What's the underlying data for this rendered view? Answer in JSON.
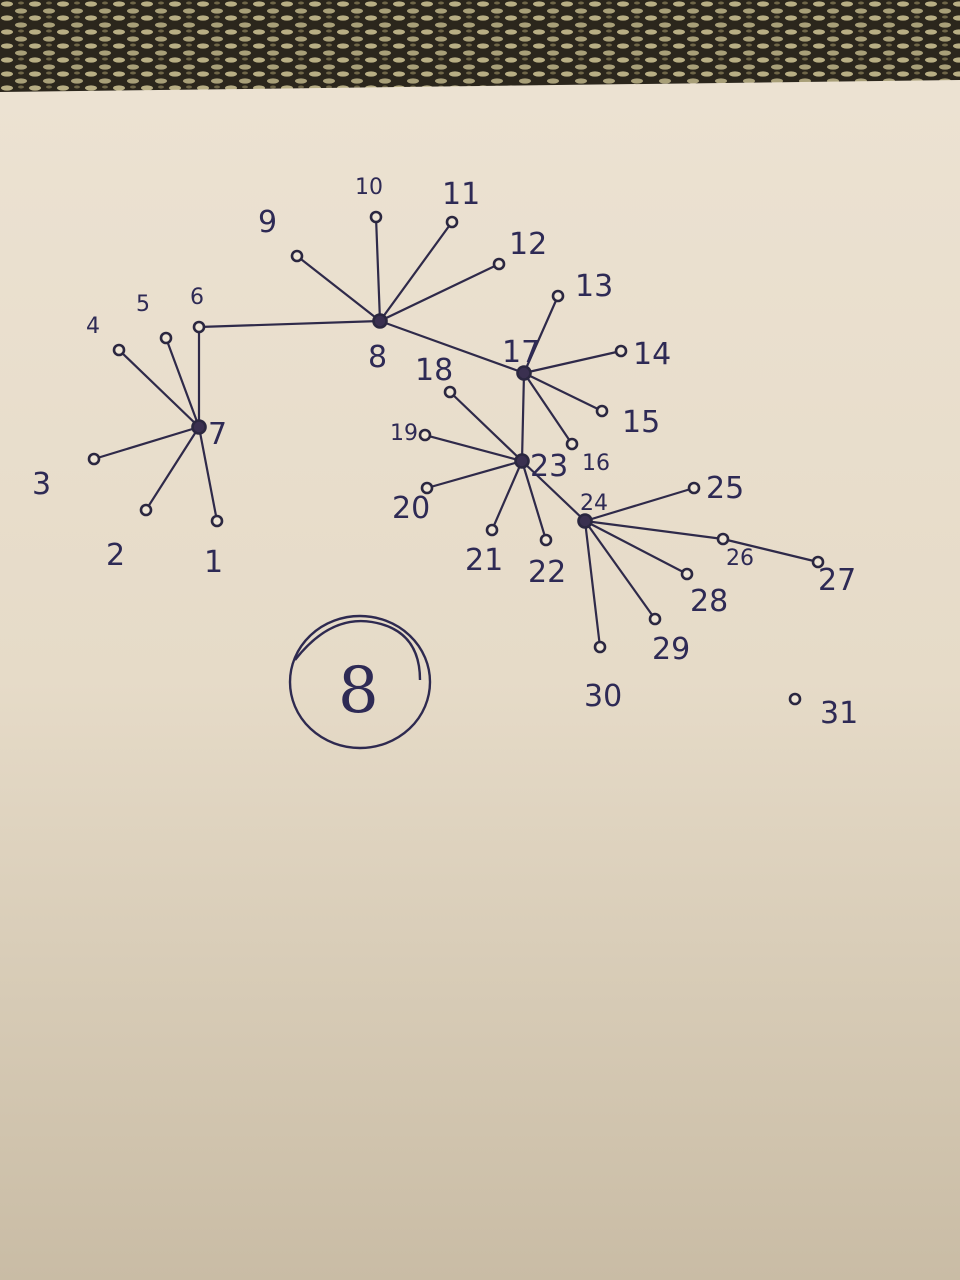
{
  "circled_label": "8",
  "isolated_label": "31",
  "nodes": [
    {
      "id": "1",
      "label": "1"
    },
    {
      "id": "2",
      "label": "2"
    },
    {
      "id": "3",
      "label": "3"
    },
    {
      "id": "4",
      "label": "4"
    },
    {
      "id": "5",
      "label": "5"
    },
    {
      "id": "6",
      "label": "6"
    },
    {
      "id": "7",
      "label": "7"
    },
    {
      "id": "8",
      "label": "8"
    },
    {
      "id": "9",
      "label": "9"
    },
    {
      "id": "10",
      "label": "10"
    },
    {
      "id": "11",
      "label": "11"
    },
    {
      "id": "12",
      "label": "12"
    },
    {
      "id": "13",
      "label": "13"
    },
    {
      "id": "14",
      "label": "14"
    },
    {
      "id": "15",
      "label": "15"
    },
    {
      "id": "16",
      "label": "16"
    },
    {
      "id": "17",
      "label": "17"
    },
    {
      "id": "18",
      "label": "18"
    },
    {
      "id": "19",
      "label": "19"
    },
    {
      "id": "20",
      "label": "20"
    },
    {
      "id": "21",
      "label": "21"
    },
    {
      "id": "22",
      "label": "22"
    },
    {
      "id": "23",
      "label": "23"
    },
    {
      "id": "24",
      "label": "24"
    },
    {
      "id": "25",
      "label": "25"
    },
    {
      "id": "26",
      "label": "26"
    },
    {
      "id": "27",
      "label": "27"
    },
    {
      "id": "28",
      "label": "28"
    },
    {
      "id": "29",
      "label": "29"
    },
    {
      "id": "30",
      "label": "30"
    },
    {
      "id": "31",
      "label": "31"
    }
  ],
  "edges": [
    [
      "7",
      "1"
    ],
    [
      "7",
      "2"
    ],
    [
      "7",
      "3"
    ],
    [
      "7",
      "4"
    ],
    [
      "7",
      "5"
    ],
    [
      "7",
      "6"
    ],
    [
      "6",
      "8"
    ],
    [
      "8",
      "9"
    ],
    [
      "8",
      "10"
    ],
    [
      "8",
      "11"
    ],
    [
      "8",
      "12"
    ],
    [
      "8",
      "17"
    ],
    [
      "17",
      "13"
    ],
    [
      "17",
      "14"
    ],
    [
      "17",
      "15"
    ],
    [
      "17",
      "16"
    ],
    [
      "17",
      "23"
    ],
    [
      "23",
      "18"
    ],
    [
      "23",
      "19"
    ],
    [
      "23",
      "20"
    ],
    [
      "23",
      "21"
    ],
    [
      "23",
      "22"
    ],
    [
      "23",
      "24"
    ],
    [
      "24",
      "25"
    ],
    [
      "24",
      "26"
    ],
    [
      "26",
      "27"
    ],
    [
      "24",
      "28"
    ],
    [
      "24",
      "29"
    ],
    [
      "24",
      "30"
    ]
  ]
}
